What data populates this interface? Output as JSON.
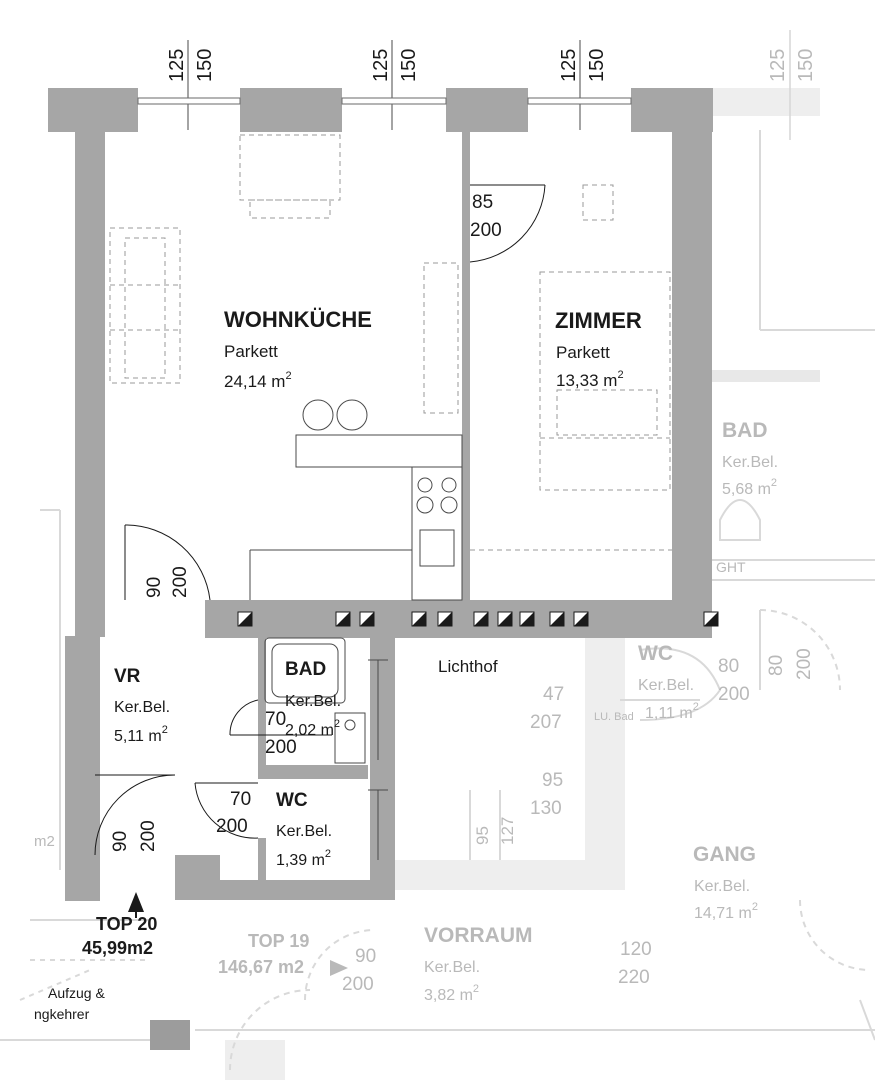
{
  "dimensions": {
    "w1a": "125",
    "w1b": "150",
    "w2a": "125",
    "w2b": "150",
    "w3a": "125",
    "w3b": "150",
    "w4a": "125",
    "w4b": "150"
  },
  "rooms": {
    "wohnkueche": {
      "name": "WOHNKÜCHE",
      "floor": "Parkett",
      "area": "24,14 m",
      "sup": "2"
    },
    "zimmer": {
      "name": "ZIMMER",
      "floor": "Parkett",
      "area": "13,33 m",
      "sup": "2"
    },
    "vr": {
      "name": "VR",
      "floor": "Ker.Bel.",
      "area": "5,11 m",
      "sup": "2"
    },
    "bad": {
      "name": "BAD",
      "floor": "Ker.Bel.",
      "area": "2,02 m",
      "sup": "2"
    },
    "wc": {
      "name": "WC",
      "floor": "Ker.Bel.",
      "area": "1,39 m",
      "sup": "2"
    },
    "lichthof": {
      "name": "Lichthof"
    }
  },
  "doors": {
    "zimmer_door": {
      "w": "85",
      "h": "200"
    },
    "kitchen_door": {
      "w": "90",
      "h": "200"
    },
    "entry_door": {
      "w": "90",
      "h": "200"
    },
    "bad_door": {
      "w": "70",
      "h": "200"
    },
    "wc_door": {
      "w": "70",
      "h": "200"
    }
  },
  "unit": {
    "name": "TOP 20",
    "area": "45,99m2"
  },
  "neighbor": {
    "bad": {
      "name": "BAD",
      "floor": "Ker.Bel.",
      "area": "5,68 m",
      "sup": "2"
    },
    "ght": "GHT",
    "wc": {
      "name": "WC",
      "floor": "Ker.Bel.",
      "area": "1,11 m",
      "sup": "2"
    },
    "lu_bad": "LU. Bad",
    "gang": {
      "name": "GANG",
      "floor": "Ker.Bel.",
      "area": "14,71 m",
      "sup": "2"
    },
    "vorraum": {
      "name": "VORRAUM",
      "floor": "Ker.Bel.",
      "area": "3,82 m",
      "sup": "2"
    },
    "top19": {
      "name": "TOP 19",
      "area": "146,67 m2"
    },
    "aufzug1": "Aufzug &",
    "aufzug2": "ngkehrer",
    "door_80": "80",
    "door_200a": "200",
    "door_80b": "80",
    "door_200b": "200",
    "door_47": "47",
    "door_207": "207",
    "door_95": "95",
    "door_130": "130",
    "door_95b": "95",
    "door_127": "127",
    "door_90": "90",
    "door_200c": "200",
    "door_120": "120",
    "door_220": "220",
    "far_125": "125",
    "far_150": "150",
    "left_m2": "m2"
  },
  "colors": {
    "wall": "#a6a6a6",
    "ghost": "#dcdcdc",
    "ghost_text": "#b9b9b9",
    "text": "#1a1a1a"
  }
}
